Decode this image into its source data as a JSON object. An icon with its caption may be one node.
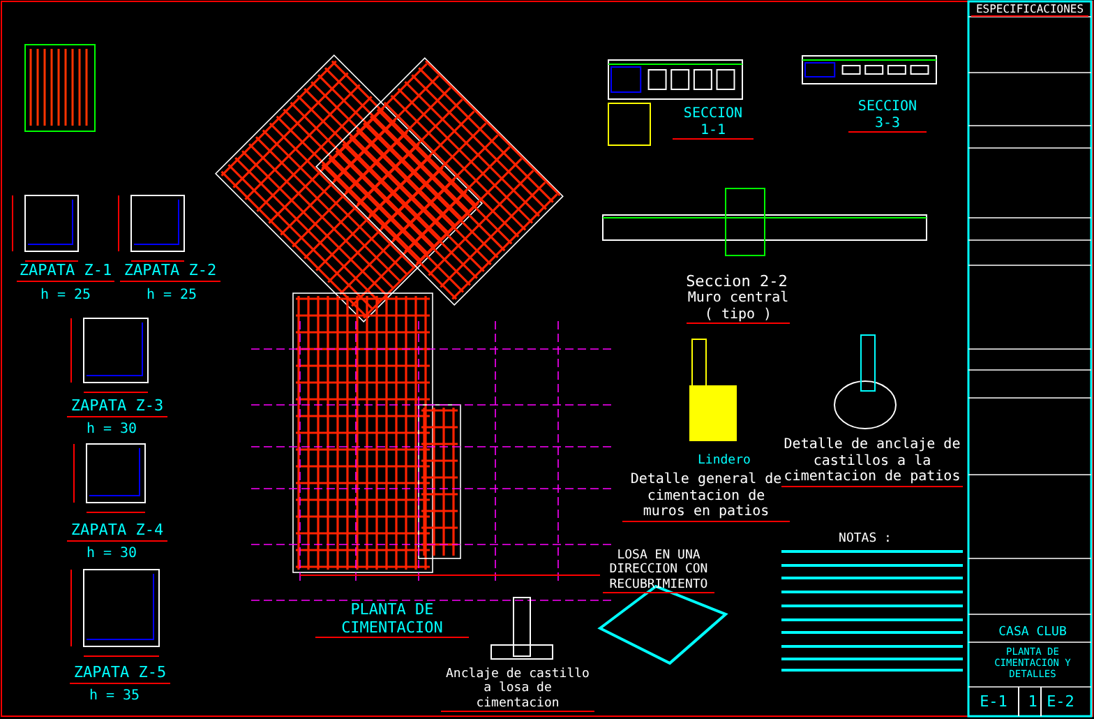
{
  "diagram": {
    "labels": [
      "ZAPATA Z-1",
      "h = 25",
      "ZAPATA Z-2",
      "h = 25",
      "ZAPATA Z-3",
      "h = 30",
      "ZAPATA Z-4",
      "h = 30",
      "ZAPATA Z-5",
      "h = 35",
      "SECCION 1-1",
      "SECCION 3-3",
      "Seccion 2-2",
      "Muro central ( tipo )",
      "Lindero",
      "Detalle general de cimentacion de muros en patios",
      "Detalle de anclaje de castillos a la cimentacion de patios",
      "NOTAS :",
      "LOSA EN UNA DIRECCION CON RECUBRIMIENTO",
      "PLANTA DE CIMENTACION",
      "Anclaje de castillo a losa de cimentacion",
      "ESPECIFICACIONES",
      "CASA CLUB",
      "PLANTA DE CIMENTACION Y DETALLES",
      "E-1",
      "1",
      "E-2"
    ]
  }
}
